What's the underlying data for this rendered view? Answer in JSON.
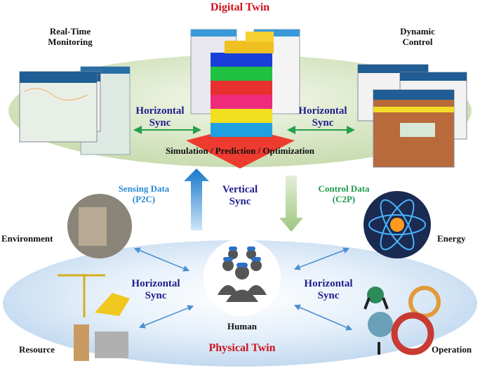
{
  "digital": {
    "title": "Digital Twin",
    "monitoring": [
      "Real-Time",
      "Monitoring"
    ],
    "control": [
      "Dynamic",
      "Control"
    ],
    "hsync_left": [
      "Horizontal",
      "Sync"
    ],
    "hsync_right": [
      "Horizontal",
      "Sync"
    ],
    "caption": "Simulation / Prediction / Optimization"
  },
  "vertical": {
    "sensing": [
      "Sensing Data",
      "(P2C)"
    ],
    "sync": [
      "Vertical",
      "Sync"
    ],
    "control": [
      "Control Data",
      "(C2P)"
    ]
  },
  "physical": {
    "title": "Physical Twin",
    "environment": "Environment",
    "energy": "Energy",
    "human": "Human",
    "resource": "Resource",
    "operation": "Operation",
    "hsync_left": [
      "Horizontal",
      "Sync"
    ],
    "hsync_right": [
      "Horizontal",
      "Sync"
    ]
  },
  "colors": {
    "title_red": "#d0121b",
    "sync_navy": "#1e1e8c",
    "sensing_blue": "#2a8ad4",
    "control_green": "#1f9a4a"
  }
}
